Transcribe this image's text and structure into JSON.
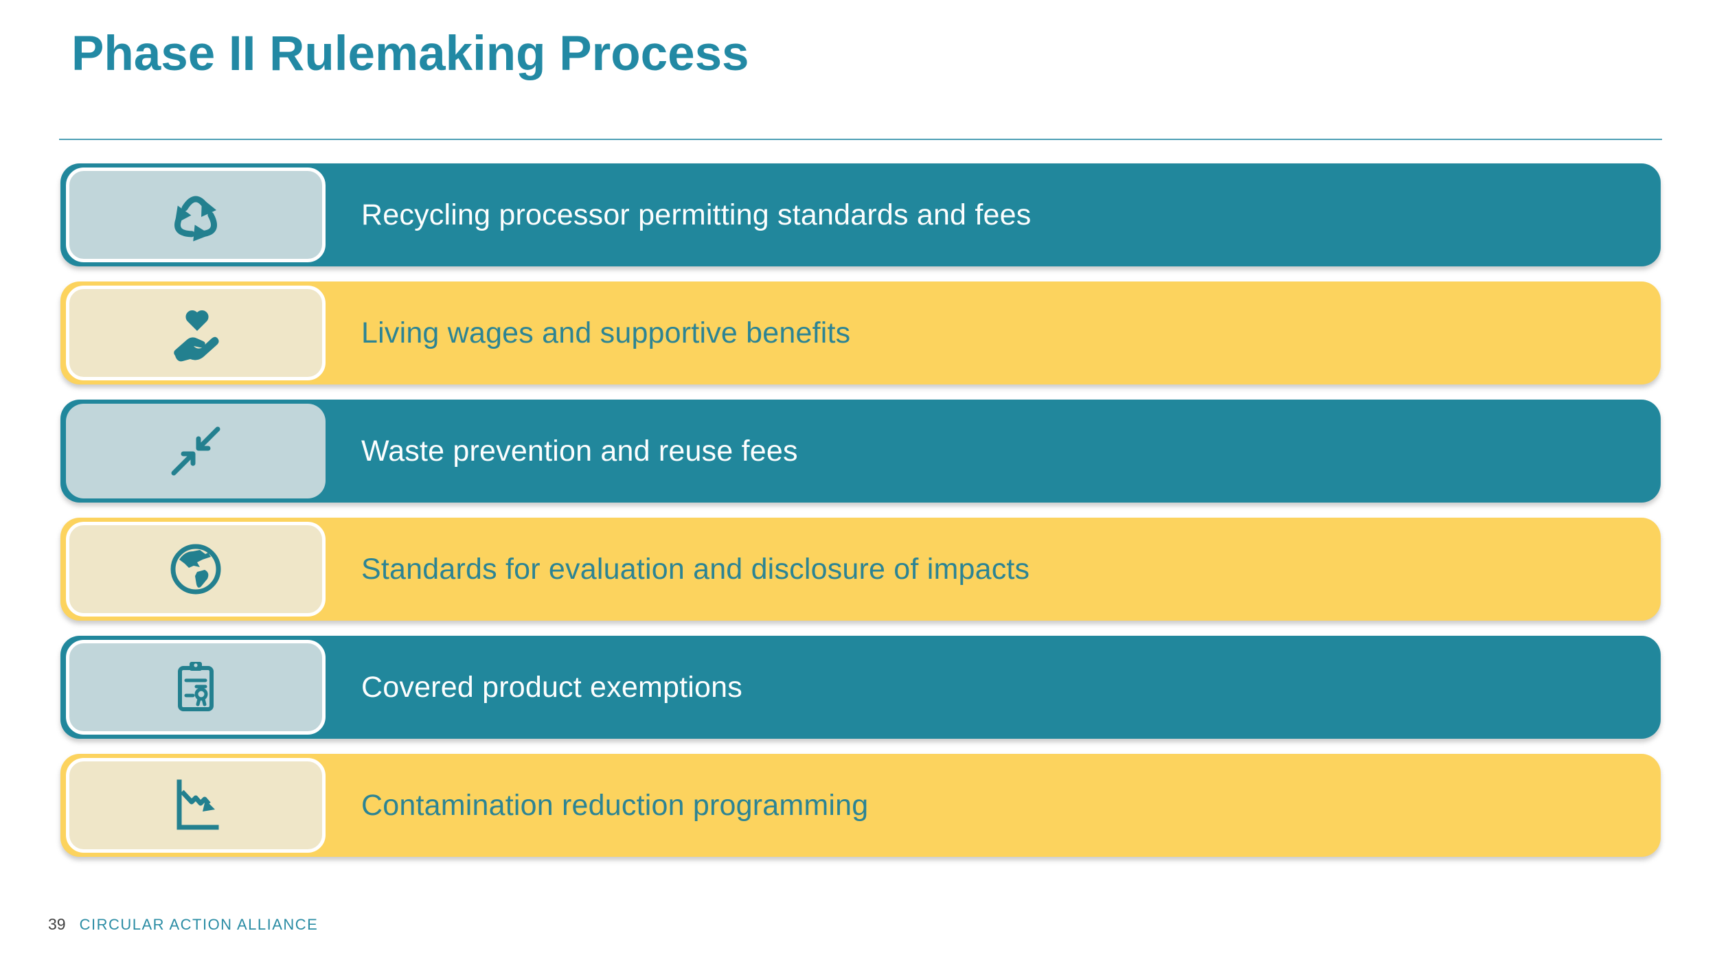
{
  "slide": {
    "title": "Phase II Rulemaking Process",
    "page_number": "39",
    "footer_brand": "CIRCULAR ACTION ALLIANCE"
  },
  "colors": {
    "teal_row": "#21879C",
    "yellow_row": "#FCD35E",
    "light_blue_icon_box": "#C1D6DA",
    "cream_icon_box": "#EFE6C8",
    "icon_glyph_teal": "#23808F",
    "title_teal": "#2289A4",
    "text_on_teal": "#FDFEFE",
    "text_on_yellow": "#2C8494"
  },
  "rows": [
    {
      "label": "Recycling processor permitting standards and fees",
      "icon": "recycle-icon",
      "variant": "teal"
    },
    {
      "label": "Living wages and supportive benefits",
      "icon": "heart-in-hand-icon",
      "variant": "yellow"
    },
    {
      "label": "Waste prevention and reuse fees",
      "icon": "converging-arrows-icon",
      "variant": "teal"
    },
    {
      "label": "Standards for evaluation and disclosure of impacts",
      "icon": "globe-icon",
      "variant": "yellow"
    },
    {
      "label": "Covered product exemptions",
      "icon": "certificate-clipboard-icon",
      "variant": "teal"
    },
    {
      "label": "Contamination reduction programming",
      "icon": "declining-chart-icon",
      "variant": "yellow"
    }
  ]
}
